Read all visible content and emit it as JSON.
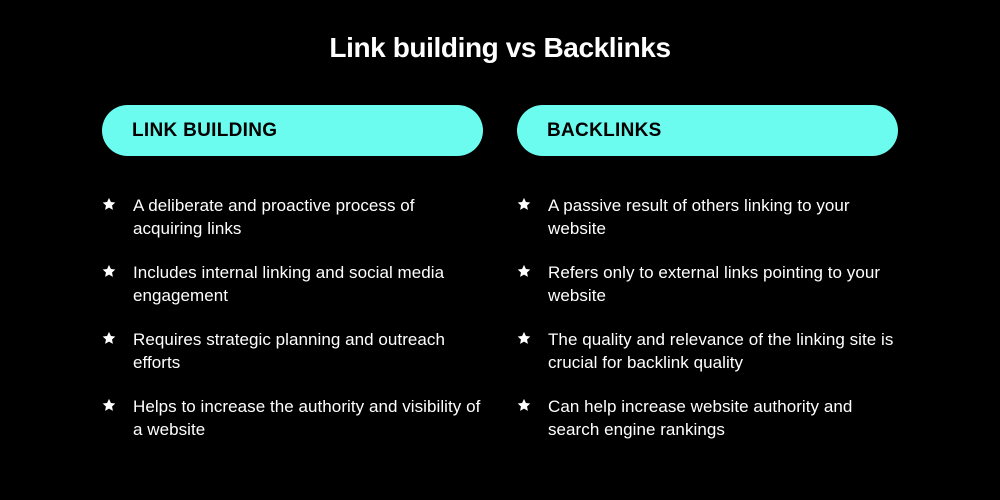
{
  "page": {
    "title": "Link building vs Backlinks",
    "background_color": "#000000",
    "accent_color": "#6CFBEF",
    "text_color": "#ffffff",
    "bullet_icon": "star-icon"
  },
  "columns": [
    {
      "heading": "LINK BUILDING",
      "bullets": [
        "A deliberate and proactive process of acquiring links",
        "Includes internal linking and social media engagement",
        "Requires strategic planning and outreach efforts",
        "Helps to increase the authority and visibility of a website"
      ]
    },
    {
      "heading": "BACKLINKS",
      "bullets": [
        "A passive result of others linking to your website",
        "Refers only to external links pointing to your website",
        "The quality and relevance of the linking site is crucial for backlink quality",
        "Can help increase website authority and search engine rankings"
      ]
    }
  ]
}
